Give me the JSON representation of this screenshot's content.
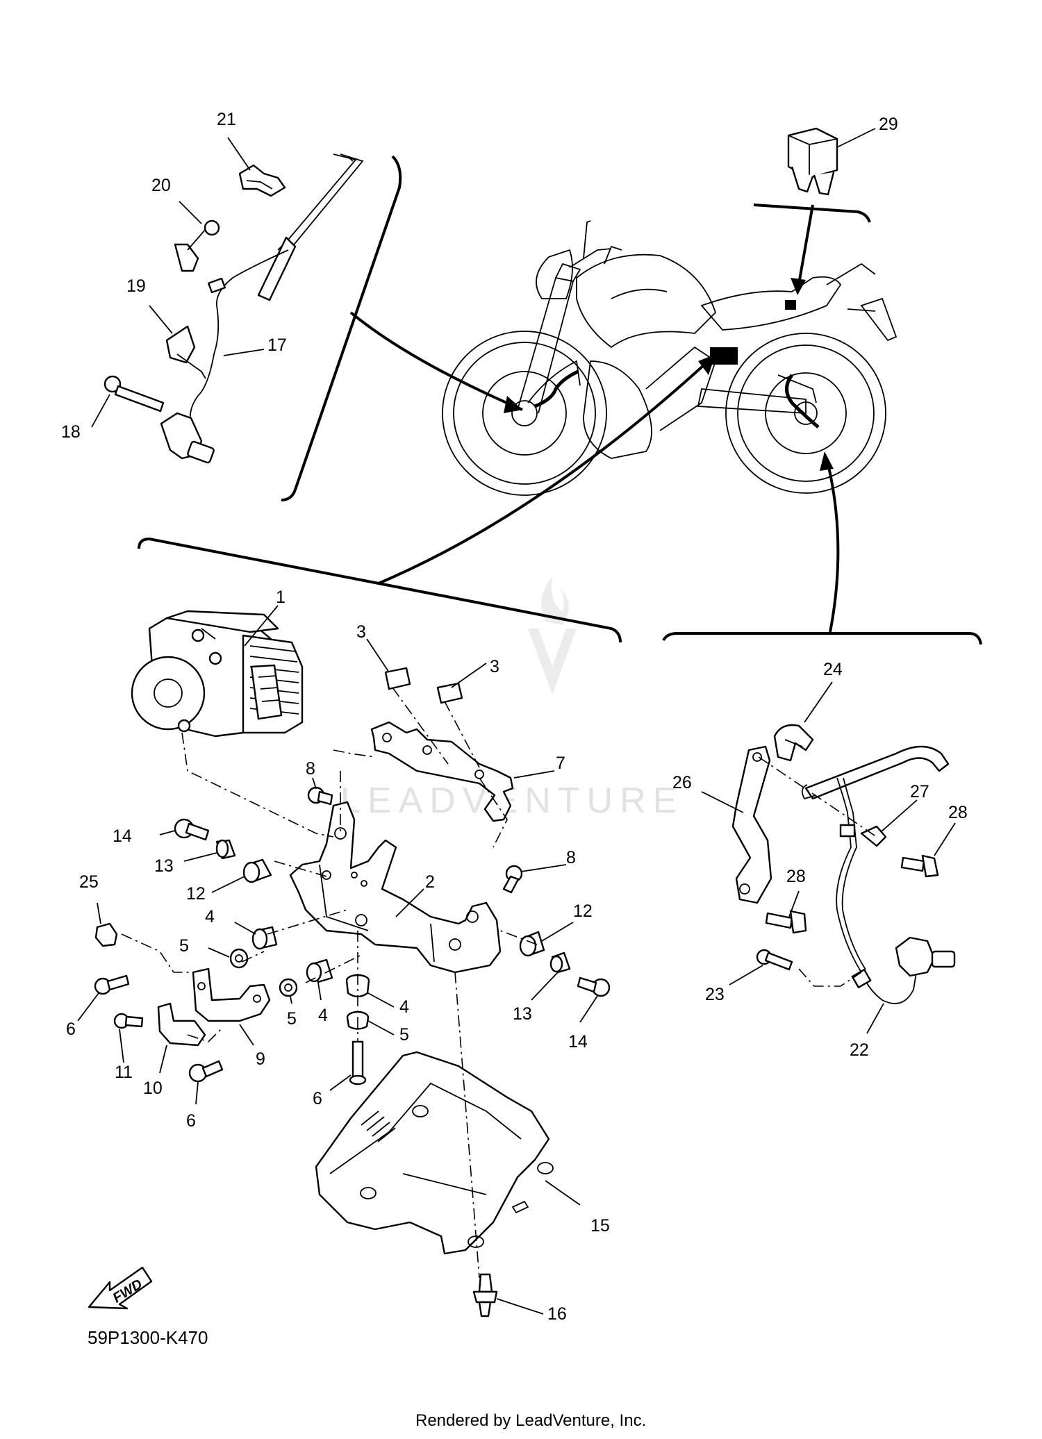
{
  "diagram_code": "59P1300-K470",
  "footer": "Rendered by LeadVenture, Inc.",
  "watermark": "LEADVENTURE",
  "fwd_label": "FWD",
  "callouts": {
    "c1": "1",
    "c2": "2",
    "c3a": "3",
    "c3b": "3",
    "c4a": "4",
    "c4b": "4",
    "c4c": "4",
    "c5a": "5",
    "c5b": "5",
    "c5c": "5",
    "c6a": "6",
    "c6b": "6",
    "c6c": "6",
    "c7": "7",
    "c8a": "8",
    "c8b": "8",
    "c9": "9",
    "c10": "10",
    "c11": "11",
    "c12a": "12",
    "c12b": "12",
    "c13a": "13",
    "c13b": "13",
    "c14a": "14",
    "c14b": "14",
    "c15": "15",
    "c16": "16",
    "c17": "17",
    "c18": "18",
    "c19": "19",
    "c20": "20",
    "c21": "21",
    "c22": "22",
    "c23": "23",
    "c24": "24",
    "c25": "25",
    "c26": "26",
    "c27": "27",
    "c28a": "28",
    "c28b": "28",
    "c29": "29"
  }
}
